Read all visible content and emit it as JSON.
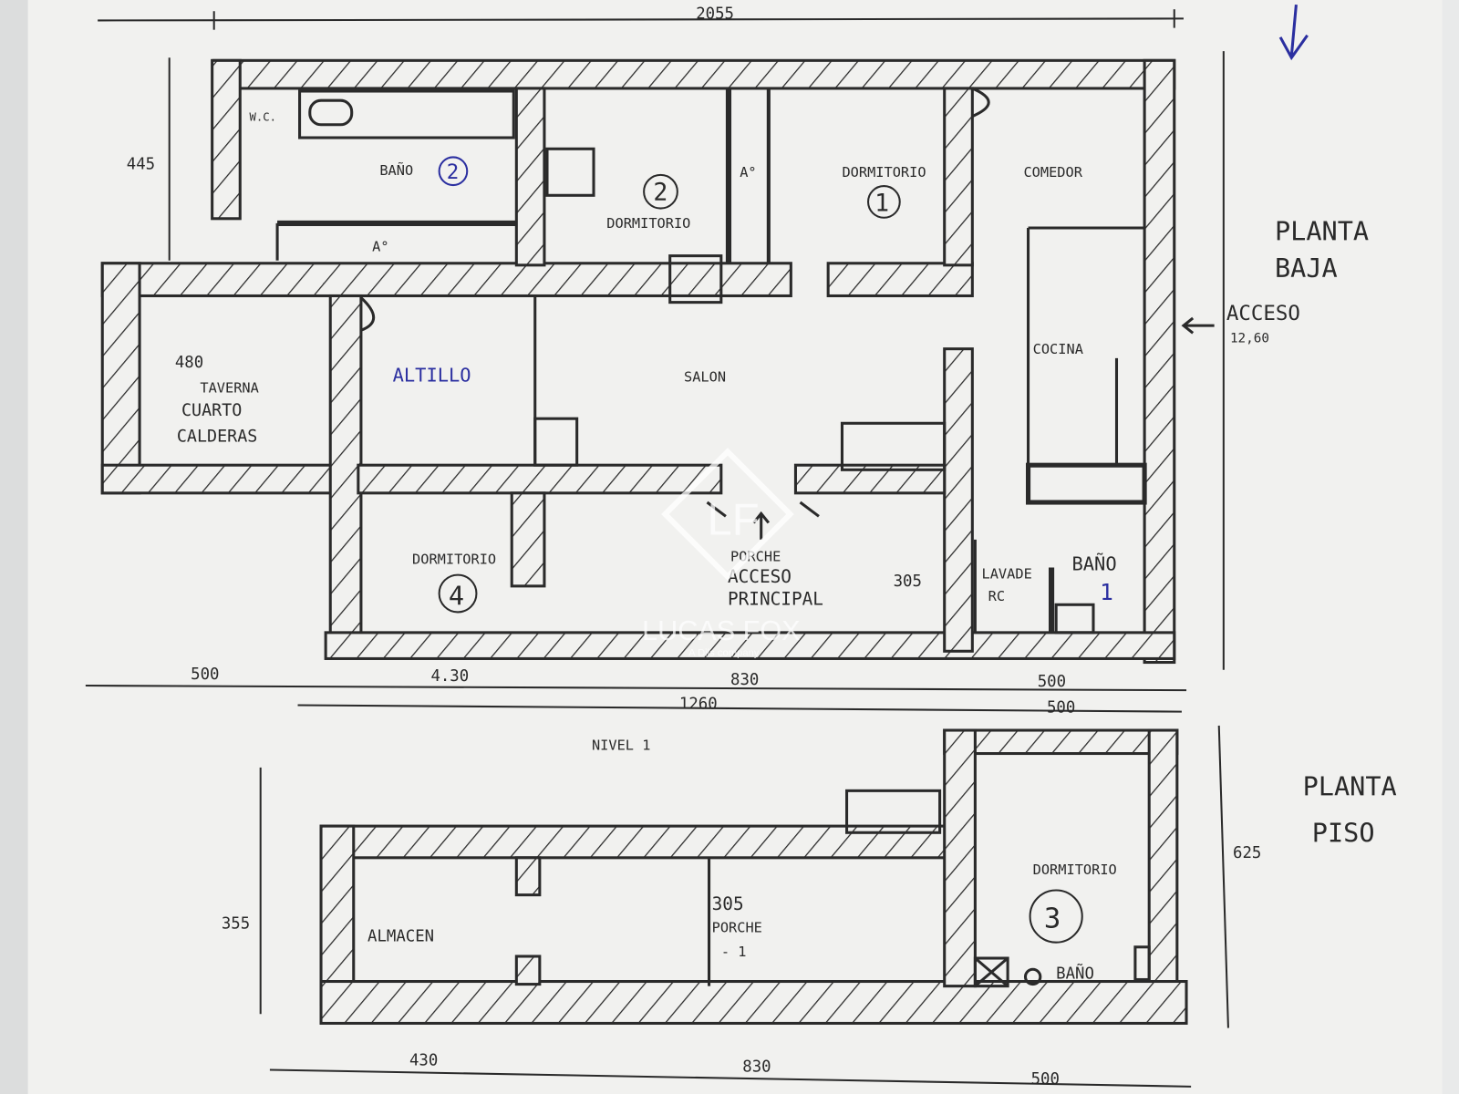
{
  "dimensions": {
    "top_total": "2055",
    "left_upper": "445",
    "bottom_1": "500",
    "bottom_2": "4.30",
    "bottom_3": "830",
    "bottom_4": "500",
    "bottom_total": "1260",
    "bottom_5": "500",
    "access_level": "12,60",
    "porch_height": "305",
    "piso_left": "355",
    "piso_right": "625",
    "piso_bottom_1": "430",
    "piso_bottom_2": "830",
    "piso_bottom_3": "500",
    "tavern_size": "480",
    "piso_porch": "305"
  },
  "planta_baja": {
    "title_line1": "PLANTA",
    "title_line2": "BAJA",
    "access": "ACCESO",
    "rooms": {
      "wc": "W.C.",
      "bano2": "BAÑO",
      "bano2_num": "2",
      "dormitorio2": "DORMITORIO",
      "dormitorio2_num": "2",
      "a1": "A°",
      "a2": "A°",
      "dormitorio1": "DORMITORIO",
      "dormitorio1_num": "1",
      "comedor": "COMEDOR",
      "taverna": "TAVERNA",
      "cuarto": "CUARTO",
      "calderas": "CALDERAS",
      "altillo": "ALTILLO",
      "salon": "SALON",
      "cocina": "COCINA",
      "dormitorio4": "DORMITORIO",
      "dormitorio4_num": "4",
      "porche": "PORCHE",
      "acceso_principal_1": "ACCESO",
      "acceso_principal_2": "PRINCIPAL",
      "lavadero": "LAVADE",
      "rc": "RC",
      "bano1": "BAÑO",
      "bano1_num": "1"
    }
  },
  "nivel": "NIVEL 1",
  "planta_piso": {
    "title_line1": "PLANTA",
    "title_line2": "PISO",
    "rooms": {
      "almacen": "ALMACEN",
      "porche": "PORCHE",
      "porche_level": "- 1",
      "dormitorio3": "DORMITORIO",
      "dormitorio3_num": "3",
      "bano": "BAÑO"
    }
  },
  "watermark": {
    "brand": "LUCAS FOX",
    "tagline": "A Dils company"
  },
  "colors": {
    "paper": "#f1f1ef",
    "ink": "#2a2a2a",
    "blue_ink": "#2b2fa0"
  }
}
